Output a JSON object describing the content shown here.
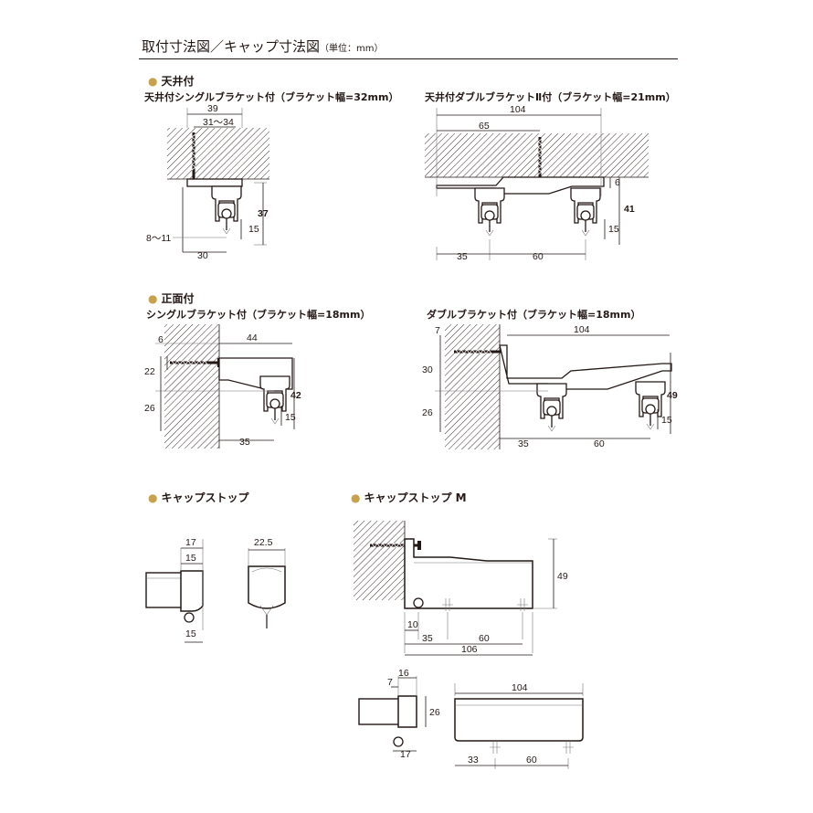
{
  "header": {
    "title": "取付寸法図／キャップ寸法図",
    "unit": "（単位：mm）"
  },
  "colors": {
    "bullet": "#c8a24a",
    "line": "#231815"
  },
  "sections": {
    "ceiling": {
      "heading": "天井付",
      "single": {
        "title": "天井付シングルブラケット付（ブラケット幅=32mm）",
        "dims": {
          "w39": "39",
          "w31_34": "31～34",
          "h37": "37",
          "h15": "15",
          "gap8_11": "8～11",
          "w30": "30"
        }
      },
      "double": {
        "title": "天井付ダブルブラケットⅡ付（ブラケット幅=21mm）",
        "dims": {
          "w104": "104",
          "w65": "65",
          "h6": "6",
          "h41": "41",
          "h15": "15",
          "w35": "35",
          "w60": "60"
        }
      }
    },
    "front": {
      "heading": "正面付",
      "single": {
        "title": "シングルブラケット付（ブラケット幅=18mm）",
        "dims": {
          "d6": "6",
          "w44": "44",
          "h22": "22",
          "h26": "26",
          "h42": "42",
          "h15": "15",
          "w35": "35"
        }
      },
      "double": {
        "title": "ダブルブラケット付（ブラケット幅=18mm）",
        "dims": {
          "d7": "7",
          "w104": "104",
          "h30": "30",
          "h26": "26",
          "h49": "49",
          "h15": "15",
          "w35": "35",
          "w60": "60"
        }
      }
    },
    "capstop": {
      "heading": "キャップストップ",
      "dims": {
        "w17": "17",
        "w15": "15",
        "h15": "15",
        "w22_5": "22.5"
      }
    },
    "capstop_m": {
      "heading": "キャップストップ M",
      "dims": {
        "h49": "49",
        "w10": "10",
        "w35": "35",
        "w60": "60",
        "w106": "106",
        "w16": "16",
        "w7": "7",
        "h26": "26",
        "h17": "17",
        "w104": "104",
        "w33": "33",
        "w60b": "60"
      }
    }
  }
}
